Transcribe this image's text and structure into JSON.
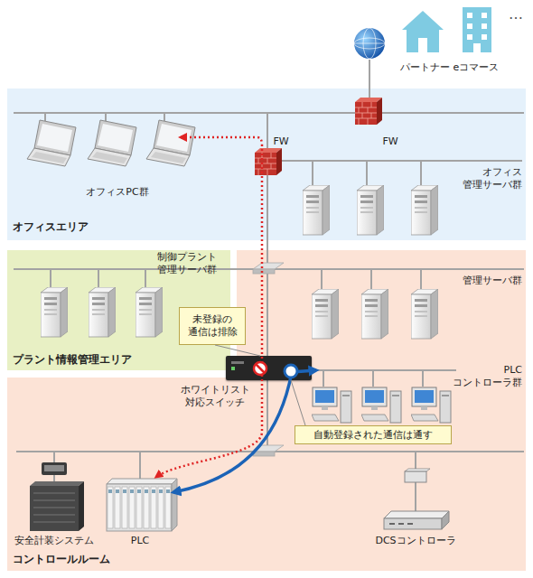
{
  "diagram": {
    "nodes": [
      {
        "text": [
          "パートナー"
        ]
      },
      {
        "text": [
          "eコマース"
        ]
      },
      {
        "text": [
          "オフィスエリア"
        ]
      },
      {
        "text": [
          "FW"
        ],
        "in": 2
      },
      {
        "text": [
          "オフィスPC群"
        ],
        "in": 2
      },
      {
        "text": [
          "FW"
        ],
        "in": 2
      },
      {
        "text": [
          "オフィス 管理サーバ群"
        ],
        "in": 2
      },
      {
        "text": [
          "プラント情報管理エリア"
        ]
      },
      {
        "text": [
          "制御プラント 管理サーバ群"
        ],
        "in": 7
      },
      {
        "text": [
          "コントロールルーム"
        ]
      },
      {
        "text": [
          "管理サーバ群"
        ],
        "in": 9
      },
      {
        "text": [
          "未登録の 通信は排除"
        ]
      },
      {
        "text": [
          "ホワイトリスト 対応スイッチ"
        ],
        "in": 9
      },
      {
        "text": [
          "PLC コントローラ群"
        ],
        "in": 9
      },
      {
        "text": [
          "自動登録された通信は通す"
        ],
        "in": 9
      },
      {
        "text": [
          "安全計装システム"
        ],
        "in": 9
      },
      {
        "text": [
          "PLC"
        ],
        "in": 9
      },
      {
        "text": [
          "DCSコントローラ"
        ],
        "in": 9
      }
    ],
    "edges": [
      {
        "from": 4,
        "to": 16,
        "arrow": "both"
      },
      {
        "from": 13,
        "to": 16,
        "arrow": "both"
      },
      {
        "from": 11,
        "to": 12,
        "arrow": "none"
      },
      {
        "from": 14,
        "to": 12,
        "arrow": "none"
      }
    ],
    "labels": [
      "…"
    ]
  }
}
